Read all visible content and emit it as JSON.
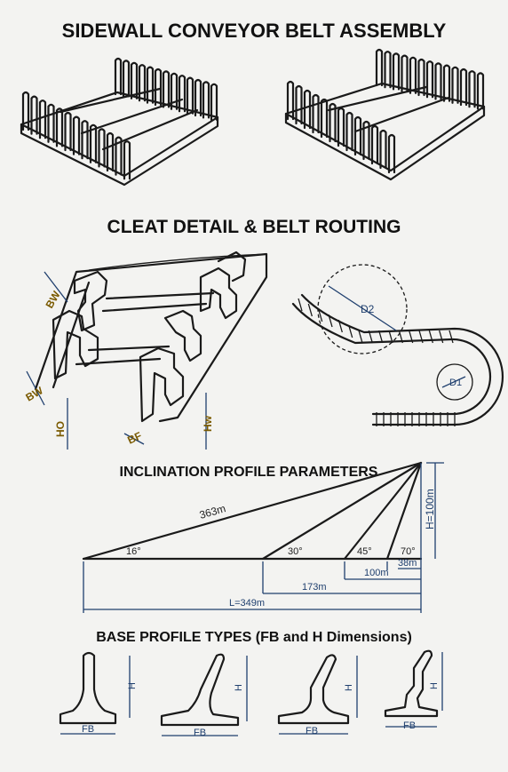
{
  "titles": {
    "assembly": "SIDEWALL CONVEYOR BELT ASSEMBLY",
    "cleat": "CLEAT DETAIL & BELT ROUTING",
    "inclination": "INCLINATION PROFILE PARAMETERS",
    "base": "BASE PROFILE TYPES (FB and H Dimensions)"
  },
  "cleat_labels": {
    "bw_top": "BW",
    "bw_bottom": "BW",
    "ho": "HO",
    "bf": "BF",
    "hw": "Hw"
  },
  "routing_labels": {
    "d2": "D2",
    "d1": "D1"
  },
  "inclination": {
    "angles": [
      "16°",
      "30°",
      "45°",
      "70°"
    ],
    "slope_length": "363m",
    "height": "H=100m",
    "lengths": [
      "38m",
      "100m",
      "173m",
      "L=349m"
    ]
  },
  "profiles": [
    {
      "fb": "FB",
      "h": "H"
    },
    {
      "fb": "FB",
      "h": "H"
    },
    {
      "fb": "FB",
      "h": "H"
    },
    {
      "fb": "FB",
      "h": "H"
    }
  ]
}
